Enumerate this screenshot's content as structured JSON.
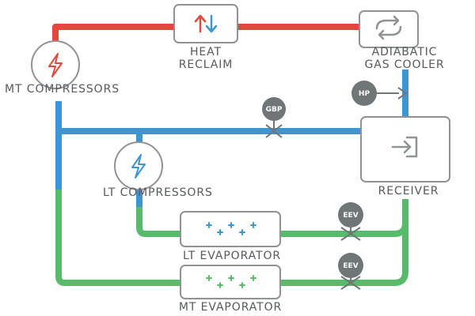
{
  "diagram": {
    "labels": {
      "heat_reclaim_1": "HEAT",
      "heat_reclaim_2": "RECLAIM",
      "gas_cooler_1": "ADIABATIC",
      "gas_cooler_2": "GAS COOLER",
      "mt_compressors": "MT COMPRESSORS",
      "lt_compressors": "LT COMPRESSORS",
      "receiver": "RECEIVER",
      "lt_evaporator": "LT EVAPORATOR",
      "mt_evaporator": "MT EVAPORATOR"
    },
    "valves": {
      "hp": "HP",
      "gbp": "GBP",
      "eev_lt": "EEV",
      "eev_mt": "EEV"
    },
    "colors": {
      "hot_line": "#e2493c",
      "cold_line": "#3d95d2",
      "liquid_line": "#58bb6c",
      "outline": "#8f9396",
      "valve": "#707678",
      "text": "#555a5e"
    }
  }
}
